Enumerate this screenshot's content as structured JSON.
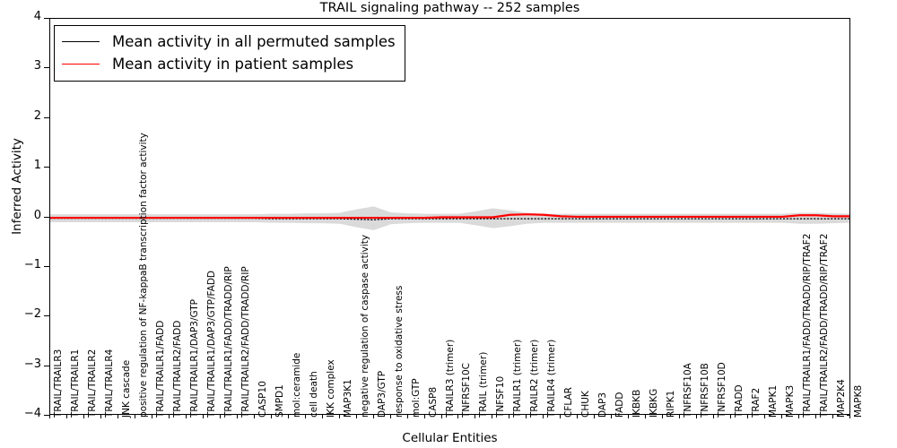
{
  "chart_data": {
    "type": "line",
    "title": "TRAIL signaling pathway -- 252 samples",
    "xlabel": "Cellular Entities",
    "ylabel": "Inferred Activity",
    "ylim": [
      -4,
      4
    ],
    "yticks": [
      4,
      3,
      2,
      1,
      0,
      -1,
      -2,
      -3,
      -4
    ],
    "ytick_labels": [
      "4",
      "3",
      "2",
      "1",
      "0",
      "−1",
      "−2",
      "−3",
      "−4"
    ],
    "grid": false,
    "legend_position": "upper left",
    "legend": [
      {
        "label": "Mean activity in all permuted samples",
        "color": "#000000"
      },
      {
        "label": "Mean activity in patient samples",
        "color": "#ff0000"
      }
    ],
    "sample_count": 252,
    "categories": [
      "TRAIL/TRAILR3",
      "TRAIL/TRAILR1",
      "TRAIL/TRAILR2",
      "TRAIL/TRAILR4",
      "JNK cascade",
      "positive regulation of NF-kappaB transcription factor activity",
      "TRAIL/TRAILR1/FADD",
      "TRAIL/TRAILR2/FADD",
      "TRAIL/TRAILR1/DAP3/GTP",
      "TRAIL/TRAILR1/DAP3/GTP/FADD",
      "TRAIL/TRAILR1/FADD/TRADD/RIP",
      "TRAIL/TRAILR2/FADD/TRADD/RIP",
      "CASP10",
      "SMPD1",
      "mol:ceramide",
      "cell death",
      "IKK complex",
      "MAP3K1",
      "negative regulation of caspase activity",
      "DAP3/GTP",
      "response to oxidative stress",
      "mol:GTP",
      "CASP8",
      "TRAILR3 (trimer)",
      "TNFRSF10C",
      "TRAIL (trimer)",
      "TNFSF10",
      "TRAILR1 (trimer)",
      "TRAILR2 (trimer)",
      "TRAILR4 (trimer)",
      "CFLAR",
      "CHUK",
      "DAP3",
      "FADD",
      "IKBKB",
      "IKBKG",
      "RIPK1",
      "TNFRSF10A",
      "TNFRSF10B",
      "TNFRSF10D",
      "TRADD",
      "TRAF2",
      "MAPK1",
      "MAPK3",
      "TRAIL/TRAILR1/FADD/TRADD/RIP/TRAF2",
      "TRAIL/TRAILR2/FADD/TRADD/RIP/TRAF2",
      "MAP2K4",
      "MAPK8"
    ],
    "series": [
      {
        "name": "Mean activity in all permuted samples",
        "color": "#000000",
        "values": [
          -0.02,
          -0.02,
          -0.02,
          -0.02,
          -0.02,
          -0.02,
          -0.02,
          -0.02,
          -0.02,
          -0.02,
          -0.02,
          -0.02,
          -0.02,
          -0.03,
          -0.03,
          -0.03,
          -0.03,
          -0.03,
          -0.04,
          -0.05,
          -0.03,
          -0.03,
          -0.03,
          -0.03,
          -0.03,
          -0.03,
          -0.03,
          -0.03,
          -0.03,
          -0.03,
          -0.03,
          -0.03,
          -0.03,
          -0.03,
          -0.03,
          -0.03,
          -0.03,
          -0.03,
          -0.03,
          -0.03,
          -0.03,
          -0.03,
          -0.03,
          -0.03,
          -0.03,
          -0.03,
          -0.03,
          -0.03
        ]
      },
      {
        "name": "Mean activity in patient samples",
        "color": "#ff0000",
        "values": [
          -0.01,
          -0.01,
          -0.01,
          -0.01,
          -0.01,
          -0.01,
          -0.01,
          -0.01,
          -0.01,
          -0.01,
          -0.01,
          -0.01,
          -0.01,
          -0.01,
          -0.01,
          -0.01,
          -0.01,
          -0.01,
          -0.01,
          -0.01,
          -0.01,
          -0.01,
          -0.01,
          0.0,
          0.0,
          0.0,
          0.0,
          0.05,
          0.06,
          0.05,
          0.02,
          0.01,
          0.01,
          0.01,
          0.01,
          0.01,
          0.01,
          0.01,
          0.01,
          0.01,
          0.01,
          0.01,
          0.01,
          0.01,
          0.04,
          0.04,
          0.02,
          0.02
        ]
      }
    ],
    "band": {
      "name": "permuted spread",
      "color": "#d3d3d3",
      "upper": [
        0.06,
        0.06,
        0.06,
        0.06,
        0.06,
        0.06,
        0.06,
        0.06,
        0.06,
        0.06,
        0.06,
        0.06,
        0.06,
        0.07,
        0.07,
        0.08,
        0.08,
        0.09,
        0.16,
        0.22,
        0.1,
        0.08,
        0.07,
        0.07,
        0.07,
        0.12,
        0.18,
        0.14,
        0.09,
        0.07,
        0.07,
        0.07,
        0.07,
        0.07,
        0.07,
        0.07,
        0.07,
        0.07,
        0.07,
        0.07,
        0.07,
        0.07,
        0.07,
        0.07,
        0.09,
        0.09,
        0.08,
        0.07
      ],
      "lower": [
        -0.1,
        -0.1,
        -0.1,
        -0.1,
        -0.1,
        -0.1,
        -0.1,
        -0.1,
        -0.1,
        -0.1,
        -0.1,
        -0.1,
        -0.1,
        -0.11,
        -0.11,
        -0.12,
        -0.12,
        -0.13,
        -0.2,
        -0.26,
        -0.14,
        -0.12,
        -0.11,
        -0.11,
        -0.11,
        -0.16,
        -0.22,
        -0.18,
        -0.13,
        -0.11,
        -0.11,
        -0.11,
        -0.11,
        -0.11,
        -0.11,
        -0.11,
        -0.11,
        -0.11,
        -0.11,
        -0.11,
        -0.11,
        -0.11,
        -0.11,
        -0.11,
        -0.13,
        -0.13,
        -0.12,
        -0.11
      ]
    }
  }
}
